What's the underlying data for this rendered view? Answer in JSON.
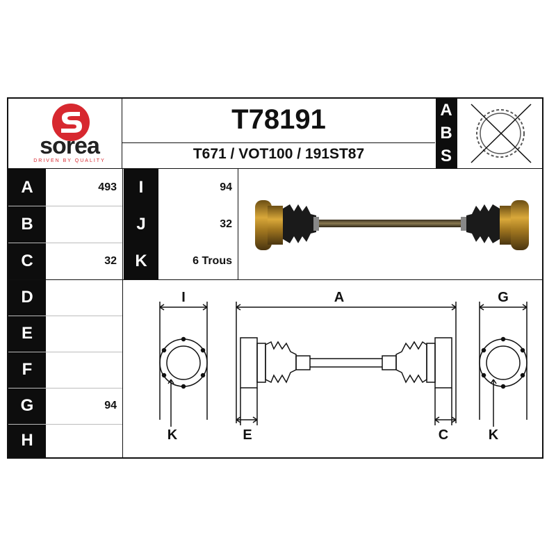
{
  "brand": {
    "name": "sorea",
    "tagline": "DRIVEN BY QUALITY",
    "color": "#d7282f"
  },
  "header": {
    "part_number": "T78191",
    "references": "T671 / VOT100 / 191ST87"
  },
  "abs_letters": [
    "A",
    "B",
    "S"
  ],
  "left_rows": [
    {
      "letter": "A",
      "value": "493"
    },
    {
      "letter": "B",
      "value": ""
    },
    {
      "letter": "C",
      "value": "32"
    },
    {
      "letter": "D",
      "value": ""
    },
    {
      "letter": "E",
      "value": ""
    },
    {
      "letter": "F",
      "value": ""
    },
    {
      "letter": "G",
      "value": "94"
    },
    {
      "letter": "H",
      "value": ""
    }
  ],
  "mid_rows": [
    {
      "letter": "I",
      "value": "94"
    },
    {
      "letter": "J",
      "value": "32"
    },
    {
      "letter": "K",
      "value": "6 Trous"
    }
  ],
  "diagram_labels": {
    "i": "I",
    "a": "A",
    "g": "G",
    "k_left": "K",
    "e": "E",
    "c": "C",
    "k_right": "K"
  },
  "colors": {
    "shaft": "#5a4a2a",
    "flange": "#b58a2a",
    "boot": "#1a1a1a"
  }
}
